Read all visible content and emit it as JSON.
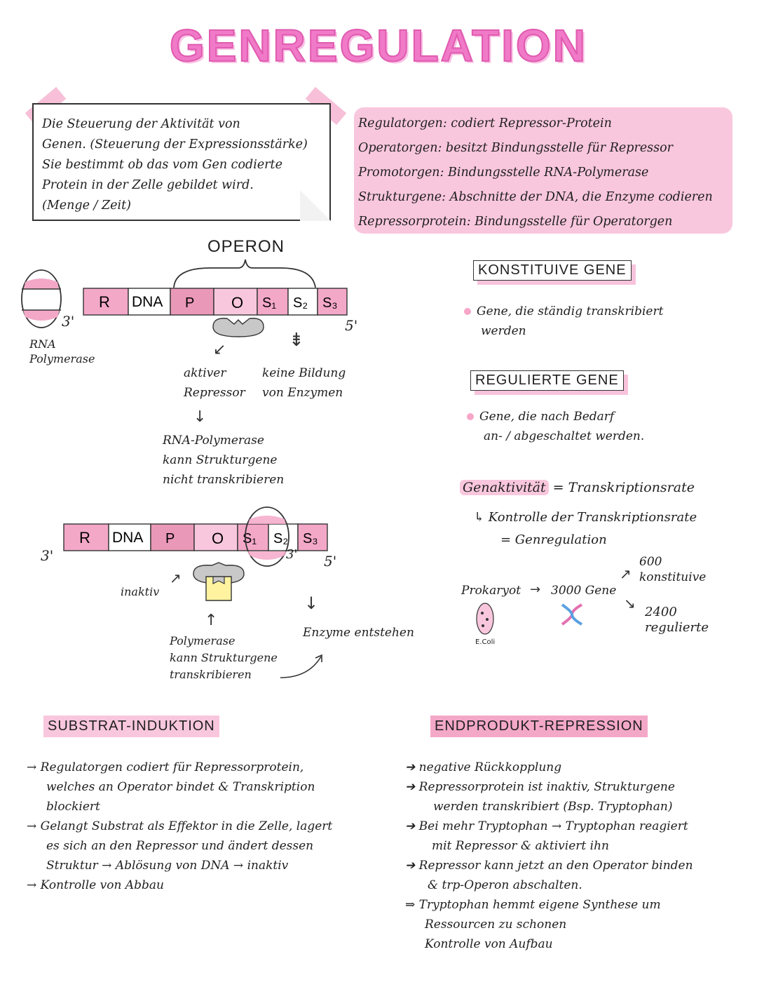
{
  "title": "GENREGULATION",
  "definition": {
    "lines": [
      "Die Steuerung der Aktivität von",
      "Genen. (Steuerung der Expressionsstärke)",
      "Sie bestimmt ob das vom Gen codierte",
      "Protein in der Zelle gebildet wird.",
      "(Menge / Zeit)"
    ]
  },
  "terms": [
    {
      "term": "Regulatorgen",
      "desc": ": codiert Repressor-Protein"
    },
    {
      "term": "Operatorgen",
      "desc": ": besitzt Bindungsstelle für Repressor"
    },
    {
      "term": "Promotorgen",
      "desc": ": Bindungsstelle RNA-Polymerase"
    },
    {
      "term": "Strukturgene",
      "desc": ": Abschnitte der DNA, die Enzyme codieren"
    },
    {
      "term": "Repressorprotein",
      "desc": ": Bindungsstelle für Operatorgen"
    }
  ],
  "operon": {
    "heading": "OPERON",
    "segments": [
      "R",
      "DNA",
      "P",
      "O",
      "S₁",
      "S₂",
      "S₃"
    ],
    "prime3": "3'",
    "prime5": "5'",
    "rna_polymerase": [
      "RNA",
      "Polymerase"
    ],
    "active_repressor": [
      "aktiver",
      "Repressor"
    ],
    "no_enzymes": [
      "keine Bildung",
      "von Enzymen"
    ],
    "consequence": [
      "RNA-Polymerase",
      "kann Strukturgene",
      "nicht transkribieren"
    ],
    "inactive": "inaktiv",
    "polymerase_can": [
      "Polymerase",
      "kann Strukturgene",
      "transkribieren"
    ],
    "enzymes_form": "Enzyme entstehen"
  },
  "constitutive": {
    "heading": "KONSTITUIVE GENE",
    "lines": [
      "Gene, die ständig transkribiert",
      "werden"
    ]
  },
  "regulated": {
    "heading": "REGULIERTE GENE",
    "lines": [
      "Gene, die nach Bedarf",
      "an- / abgeschaltet werden."
    ]
  },
  "activity": {
    "label": "Genaktivität",
    "eq": "= Transkriptionsrate",
    "line2": "↳ Kontrolle der Transkriptionsrate",
    "line3": "= Genregulation"
  },
  "prokaryote": {
    "label": "Prokaryot",
    "genes": "3000 Gene",
    "ecoli": "E.Coli",
    "constitutive_count": "600",
    "constitutive_label": "konstituive",
    "regulated_count": "2400",
    "regulated_label": "regulierte"
  },
  "induction": {
    "heading": "SUBSTRAT-INDUKTION",
    "lines": [
      "→ Regulatorgen codiert für Repressorprotein,",
      "welches an Operator bindet & Transkription",
      "blockiert",
      "→ Gelangt Substrat als Effektor in die Zelle, lagert",
      "es sich an den Repressor und ändert dessen",
      "Struktur → Ablösung von DNA → inaktiv",
      "→ Kontrolle von Abbau"
    ]
  },
  "repression": {
    "heading": "ENDPRODUKT-REPRESSION",
    "lines": [
      "➔ negative Rückkopplung",
      "➔ Repressorprotein ist inaktiv, Strukturgene",
      "werden transkribiert (Bsp. Tryptophan)",
      "➔ Bei mehr Tryptophan → Tryptophan reagiert",
      "mit Repressor & aktiviert ihn",
      "➔ Repressor kann jetzt an den Operator binden",
      "& trp-Operon abschalten.",
      "⇒ Tryptophan hemmt eigene Synthese um",
      "Ressourcen zu schonen",
      "Kontrolle von Aufbau"
    ]
  },
  "colors": {
    "pink_light": "#f9c7dd",
    "pink_mid": "#f4a8c8",
    "pink_dark": "#ea98b8",
    "title": "#f07ac7",
    "yellow": "#fff3a0",
    "grey": "#c8c8c8"
  }
}
